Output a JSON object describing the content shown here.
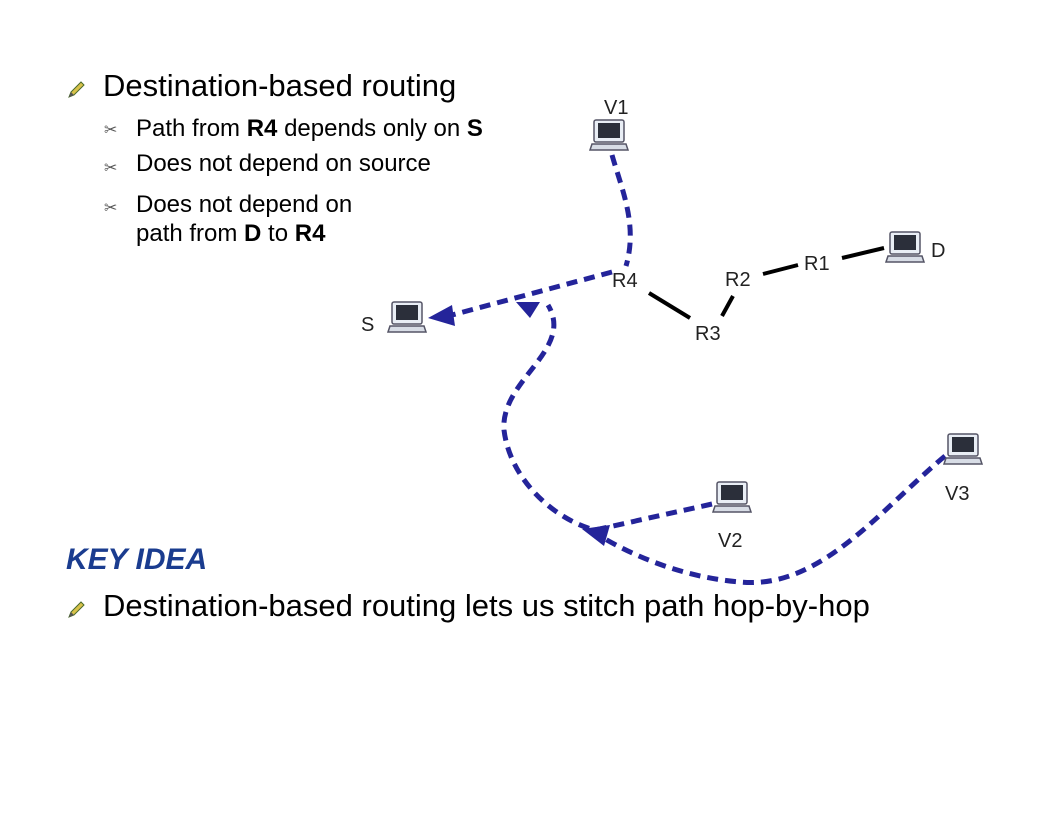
{
  "bullets": {
    "main": "Destination-based routing",
    "sub1": {
      "pre": "Path from ",
      "b1": "R4",
      "mid": " depends only on ",
      "b2": "S"
    },
    "sub2": "Does not depend on source",
    "sub3": {
      "line1": "Does not depend on",
      "pre": "path from ",
      "b1": "D",
      "mid": " to ",
      "b2": "R4"
    }
  },
  "key_idea": {
    "heading": "KEY IDEA",
    "text": "Destination-based routing lets us stitch path hop-by-hop"
  },
  "diagram": {
    "nodes": {
      "V1": "V1",
      "D": "D",
      "S": "S",
      "R1": "R1",
      "R2": "R2",
      "R3": "R3",
      "R4": "R4",
      "V2": "V2",
      "V3": "V3"
    },
    "colors": {
      "path": "#24249a",
      "link": "#000000",
      "key": "#1a3c8f"
    }
  }
}
